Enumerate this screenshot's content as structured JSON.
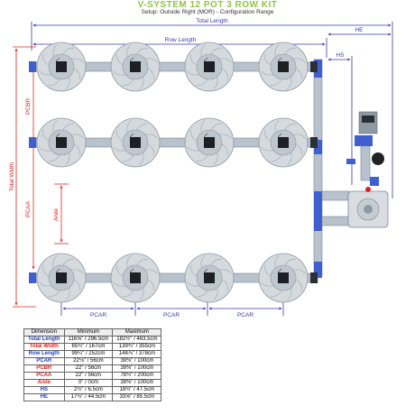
{
  "header": {
    "title": "V-SYSTEM 12 POT 3 ROW KIT",
    "subtitle": "Setup: Outside Right (MOR) - Configuration Range"
  },
  "dimension_labels": {
    "total_length": "Total Length",
    "row_length": "Row Length",
    "he": "HE",
    "hs": "HS",
    "pcbr": "PCBR",
    "total_width": "Total Width",
    "pcaa": "PCAA",
    "aisle": "Aisle",
    "pcar": "PCAR"
  },
  "colors": {
    "title_green": "#8dc63f",
    "dim_line": "#3a3aa8",
    "red": "#e02020",
    "blue": "#1f3fbf",
    "pipe": "#a8b4c0",
    "pot": "#d5dade"
  },
  "table": {
    "headers": [
      "Dimension",
      "Minimum",
      "Maximum"
    ],
    "rows": [
      {
        "label": "Total Length",
        "min": "116⅝\" / 296.5cm",
        "max": "182½\" / 463.5cm",
        "color": "#1f3fbf"
      },
      {
        "label": "Total Width",
        "min": "65¾\" / 167cm",
        "max": "139¾\" / 355cm",
        "color": "#e02020"
      },
      {
        "label": "Row Length",
        "min": "99¼\" / 252cm",
        "max": "148⅞\" / 378cm",
        "color": "#1f3fbf"
      },
      {
        "label": "PCAR",
        "min": "22⅛\" / 56cm",
        "max": "39⅜\" / 100cm",
        "color": "#1f3fbf"
      },
      {
        "label": "PCBR",
        "min": "22\" / 56cm",
        "max": "39⅜\" / 100cm",
        "color": "#e02020"
      },
      {
        "label": "PCAA",
        "min": "22\" / 56cm",
        "max": "78¾\" / 200cm",
        "color": "#e02020"
      },
      {
        "label": "Aisle",
        "min": "0\" / 0cm",
        "max": "39⅜\" / 100cm",
        "color": "#e02020"
      },
      {
        "label": "HS",
        "min": "2½\" / 6.5cm",
        "max": "18¾\" / 47.5cm",
        "color": "#1f3fbf"
      },
      {
        "label": "HE",
        "min": "17½\" / 44.5cm",
        "max": "33⅝\" / 85.5cm",
        "color": "#1f3fbf"
      }
    ]
  }
}
